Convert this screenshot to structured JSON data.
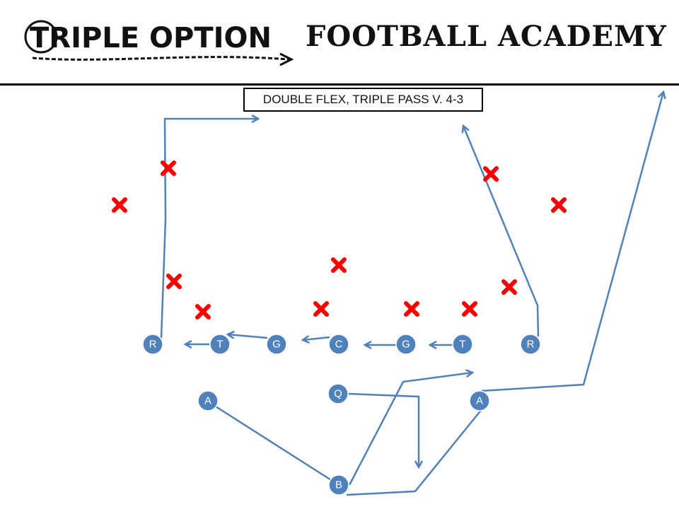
{
  "header": {
    "logo_left": "TRIPLE OPTION",
    "logo_right": "FOOTBALL ACADEMY"
  },
  "play_title": "DOUBLE FLEX, TRIPLE PASS V. 4-3",
  "colors": {
    "offense": "#4f81bd",
    "defense": "#ff0000",
    "header_rule": "#000000"
  },
  "offense": [
    {
      "id": "r-left",
      "label": "R"
    },
    {
      "id": "t-left",
      "label": "T"
    },
    {
      "id": "g-left",
      "label": "G"
    },
    {
      "id": "c",
      "label": "C"
    },
    {
      "id": "g-right",
      "label": "G"
    },
    {
      "id": "t-right",
      "label": "T"
    },
    {
      "id": "r-right",
      "label": "R"
    },
    {
      "id": "q",
      "label": "Q"
    },
    {
      "id": "a-left",
      "label": "A"
    },
    {
      "id": "a-right",
      "label": "A"
    },
    {
      "id": "b",
      "label": "B"
    }
  ],
  "defense_icon": "red-x-icon"
}
